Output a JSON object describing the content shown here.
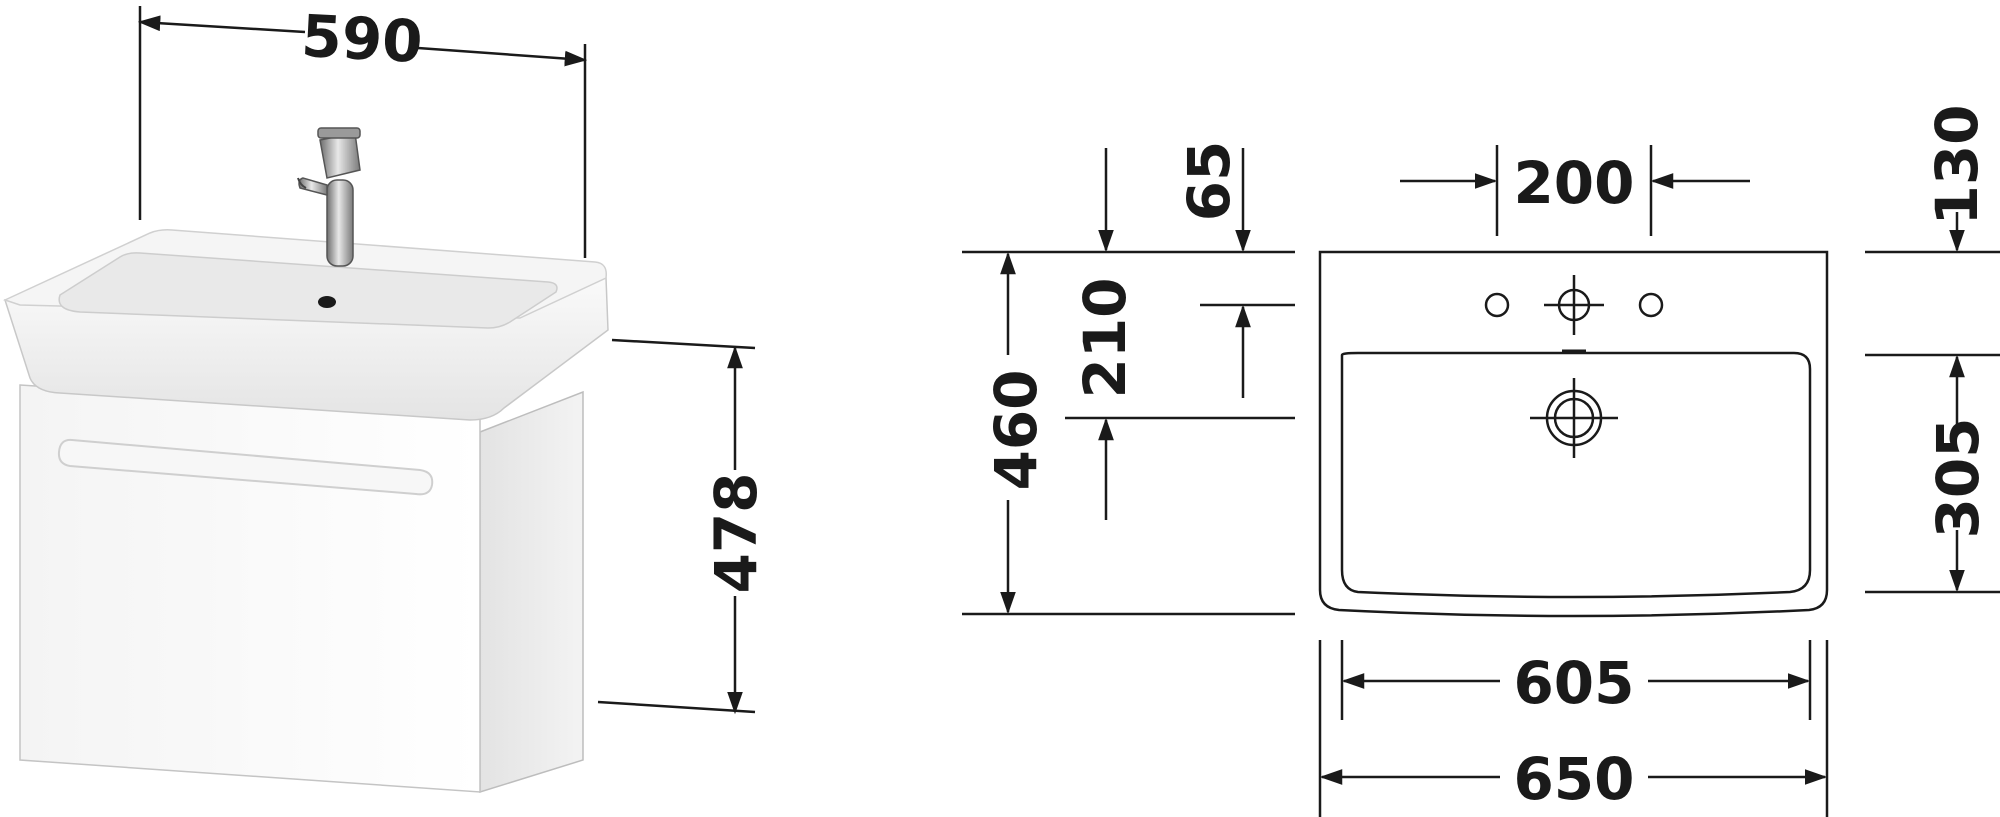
{
  "dimensions": {
    "width_590": "590",
    "height_478": "478",
    "depth_65": "65",
    "depth_210": "210",
    "depth_460": "460",
    "hole_spacing_200": "200",
    "offset_130": "130",
    "bowl_depth_305": "305",
    "bowl_width_605": "605",
    "overall_width_650": "650"
  },
  "colors": {
    "line": "#1a1a1a",
    "cabinet_fill": "#ffffff",
    "shading": "#e6e6e6"
  }
}
